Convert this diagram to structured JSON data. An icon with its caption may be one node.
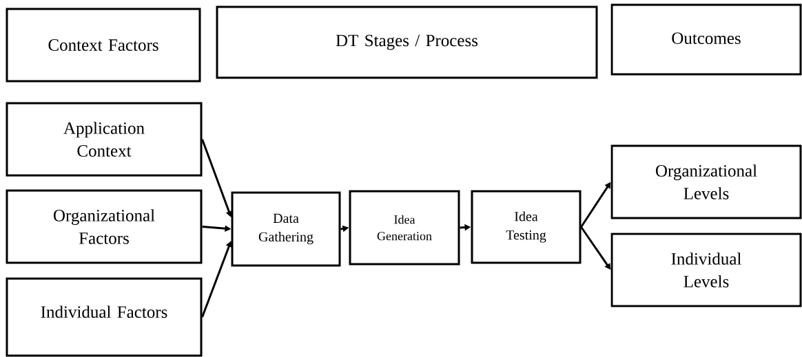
{
  "diagram": {
    "nodes": [
      {
        "text": [
          "Context Factors"
        ]
      },
      {
        "text": [
          "DT Stages / Process"
        ]
      },
      {
        "text": [
          "Outcomes"
        ]
      },
      {
        "text": [
          "Application Context"
        ]
      },
      {
        "text": [
          "Organizational Factors"
        ]
      },
      {
        "text": [
          "Individual Factors"
        ]
      },
      {
        "text": [
          "Data Gathering"
        ]
      },
      {
        "text": [
          "Idea Generation"
        ]
      },
      {
        "text": [
          "Idea Testing"
        ]
      },
      {
        "text": [
          "Organizational Levels"
        ]
      },
      {
        "text": [
          "Individual Levels"
        ]
      }
    ],
    "edges": [
      {
        "from": 3,
        "to": 6,
        "arrow": "to"
      },
      {
        "from": 4,
        "to": 6,
        "arrow": "to"
      },
      {
        "from": 5,
        "to": 6,
        "arrow": "to"
      },
      {
        "from": 6,
        "to": 7,
        "arrow": "to"
      },
      {
        "from": 7,
        "to": 8,
        "arrow": "to"
      },
      {
        "from": 8,
        "to": 9,
        "arrow": "to"
      },
      {
        "from": 8,
        "to": 10,
        "arrow": "to"
      }
    ]
  }
}
